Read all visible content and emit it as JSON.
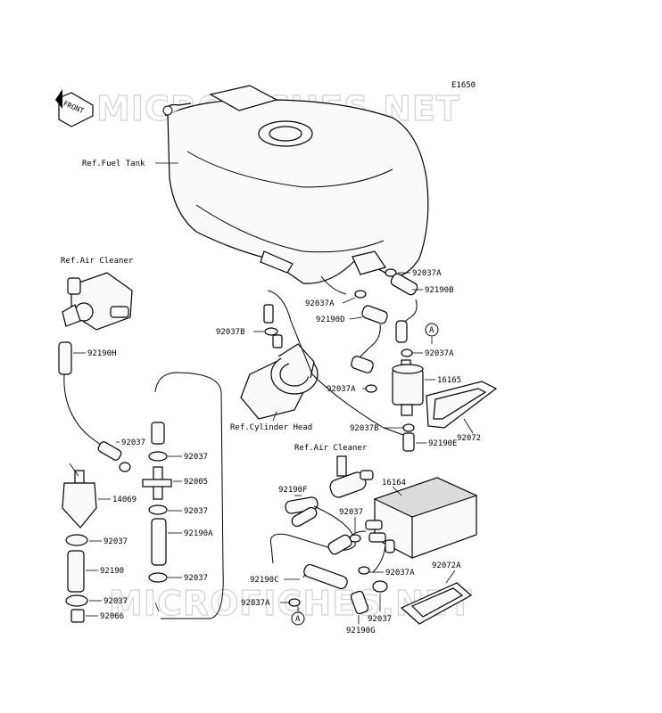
{
  "diagram_code": "E1650",
  "front_marker": "FRONT",
  "watermark": "MICROFICHES.NET",
  "callouts": {
    "ref_fuel_tank": "Ref.Fuel Tank",
    "ref_air_cleaner_top": "Ref.Air Cleaner",
    "ref_cylinder_head": "Ref.Cylinder Head",
    "ref_air_cleaner_mid": "Ref.Air Cleaner"
  },
  "parts": {
    "p92190H": "92190H",
    "p92037_a": "92037",
    "p14069": "14069",
    "p92037_b": "92037",
    "p92190": "92190",
    "p92037_c": "92037",
    "p92066": "92066",
    "p92037_d": "92037",
    "p92005": "92005",
    "p92037_e": "92037",
    "p92190A": "92190A",
    "p92037_f": "92037",
    "p92037B_a": "92037B",
    "p92037A_top": "92037A",
    "p92190B": "92190B",
    "p92037A_left": "92037A",
    "p92190D": "92190D",
    "p92037A_mid": "92037A",
    "p92037A_filter": "92037A",
    "p16165": "16165",
    "p92037B_b": "92037B",
    "p92190E": "92190E",
    "p92072": "92072",
    "p92190F": "92190F",
    "p16164": "16164",
    "p92037_g": "92037",
    "p92037A_can": "92037A",
    "p92072A": "92072A",
    "p92190C": "92190C",
    "p92037A_bottom": "92037A",
    "p92037_h": "92037",
    "p92190G": "92190G"
  },
  "markers": {
    "a_top": "A",
    "a_bottom": "A"
  }
}
